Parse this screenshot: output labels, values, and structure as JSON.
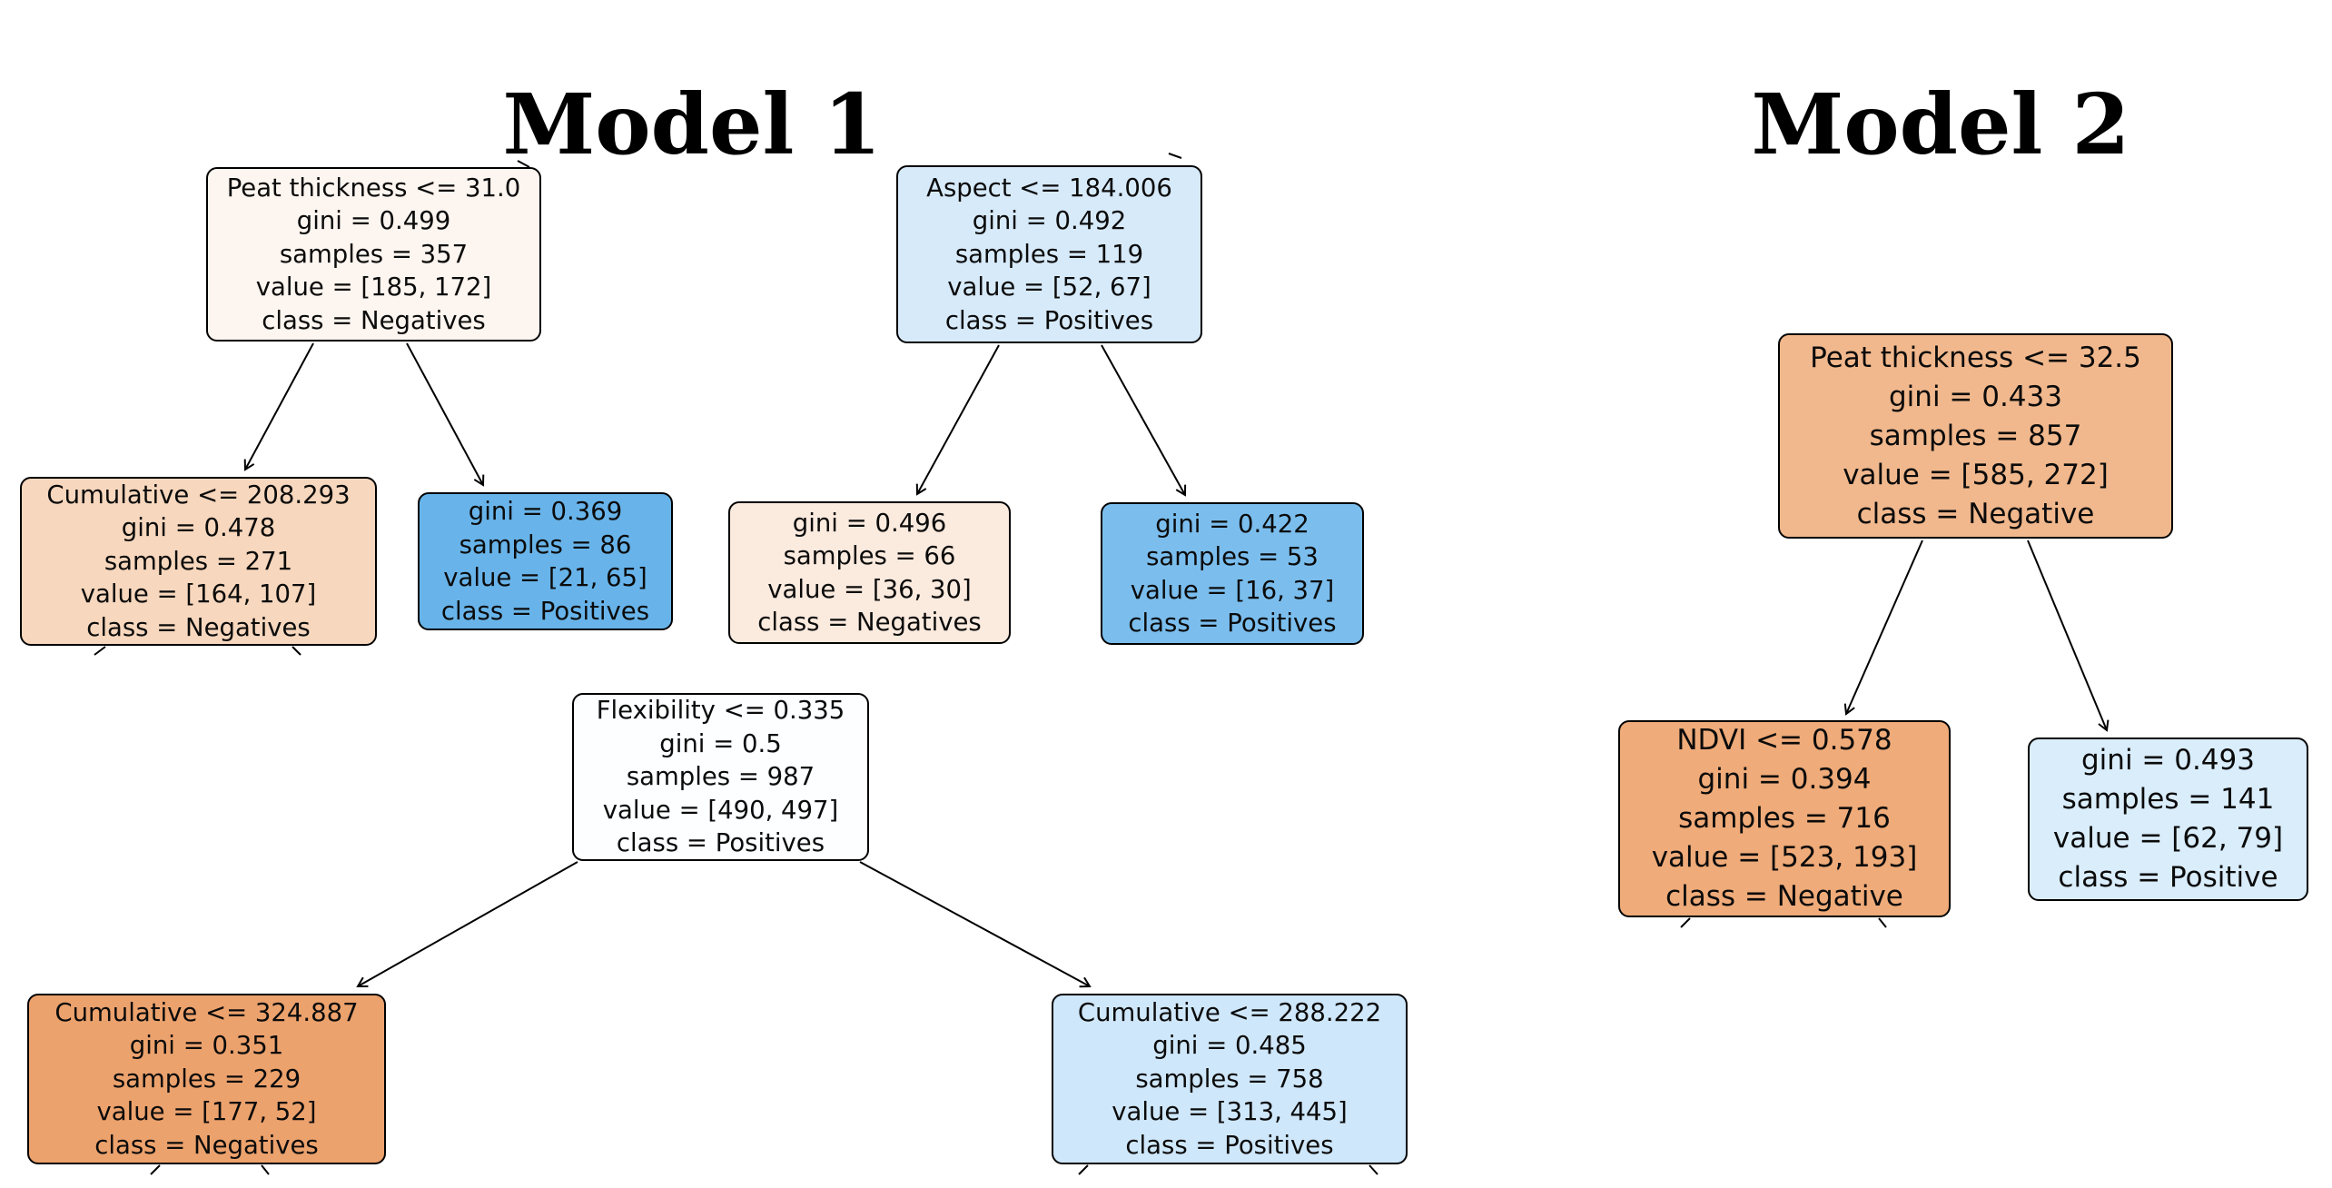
{
  "figure": {
    "titles": {
      "model1": "Model 1",
      "model2": "Model 2"
    },
    "colors": {
      "node_border": "#000000",
      "edge": "#000000",
      "background": "#ffffff"
    },
    "nodes": [
      {
        "id": "m1t1_root",
        "model": "model1",
        "fill": "#fdf5ef",
        "lines": [
          "Peat thickness <= 31.0",
          "gini = 0.499",
          "samples = 357",
          "value = [185, 172]",
          "class = Negatives"
        ]
      },
      {
        "id": "m1t1_l",
        "model": "model1",
        "fill": "#f7d7bd",
        "lines": [
          "Cumulative <= 208.293",
          "gini = 0.478",
          "samples = 271",
          "value = [164, 107]",
          "class = Negatives"
        ]
      },
      {
        "id": "m1t1_r",
        "model": "model1",
        "fill": "#68b4ea",
        "lines": [
          "gini = 0.369",
          "samples = 86",
          "value = [21, 65]",
          "class = Positives"
        ]
      },
      {
        "id": "m1t2_root",
        "model": "model1",
        "fill": "#d7eafa",
        "lines": [
          "Aspect <= 184.006",
          "gini = 0.492",
          "samples = 119",
          "value = [52, 67]",
          "class = Positives"
        ]
      },
      {
        "id": "m1t2_l",
        "model": "model1",
        "fill": "#fbeade",
        "lines": [
          "gini = 0.496",
          "samples = 66",
          "value = [36, 30]",
          "class = Negatives"
        ]
      },
      {
        "id": "m1t2_r",
        "model": "model1",
        "fill": "#7bbeee",
        "lines": [
          "gini = 0.422",
          "samples = 53",
          "value = [16, 37]",
          "class = Positives"
        ]
      },
      {
        "id": "m1t3_root",
        "model": "model1",
        "fill": "#fdfeff",
        "lines": [
          "Flexibility <= 0.335",
          "gini = 0.5",
          "samples = 987",
          "value = [490, 497]",
          "class = Positives"
        ]
      },
      {
        "id": "m1t3_l",
        "model": "model1",
        "fill": "#eca26d",
        "lines": [
          "Cumulative <= 324.887",
          "gini = 0.351",
          "samples = 229",
          "value = [177, 52]",
          "class = Negatives"
        ]
      },
      {
        "id": "m1t3_r",
        "model": "model1",
        "fill": "#cfe7fa",
        "lines": [
          "Cumulative <= 288.222",
          "gini = 0.485",
          "samples = 758",
          "value = [313, 445]",
          "class = Positives"
        ]
      },
      {
        "id": "m2_root",
        "model": "model2",
        "fill": "#f1b88d",
        "lines": [
          "Peat thickness <= 32.5",
          "gini = 0.433",
          "samples = 857",
          "value = [585, 272]",
          "class = Negative"
        ]
      },
      {
        "id": "m2_l",
        "model": "model2",
        "fill": "#efab79",
        "lines": [
          "NDVI <= 0.578",
          "gini = 0.394",
          "samples = 716",
          "value = [523, 193]",
          "class = Negative"
        ]
      },
      {
        "id": "m2_r",
        "model": "model2",
        "fill": "#daedfb",
        "lines": [
          "gini = 0.493",
          "samples = 141",
          "value = [62, 79]",
          "class = Positive"
        ]
      }
    ],
    "edges": [
      {
        "from": "m1t1_root",
        "to": "m1t1_l"
      },
      {
        "from": "m1t1_root",
        "to": "m1t1_r"
      },
      {
        "from": "m1t2_root",
        "to": "m1t2_l"
      },
      {
        "from": "m1t2_root",
        "to": "m1t2_r"
      },
      {
        "from": "m1t3_root",
        "to": "m1t3_l"
      },
      {
        "from": "m1t3_root",
        "to": "m1t3_r"
      },
      {
        "from": "m2_root",
        "to": "m2_l"
      },
      {
        "from": "m2_root",
        "to": "m2_r"
      }
    ]
  }
}
